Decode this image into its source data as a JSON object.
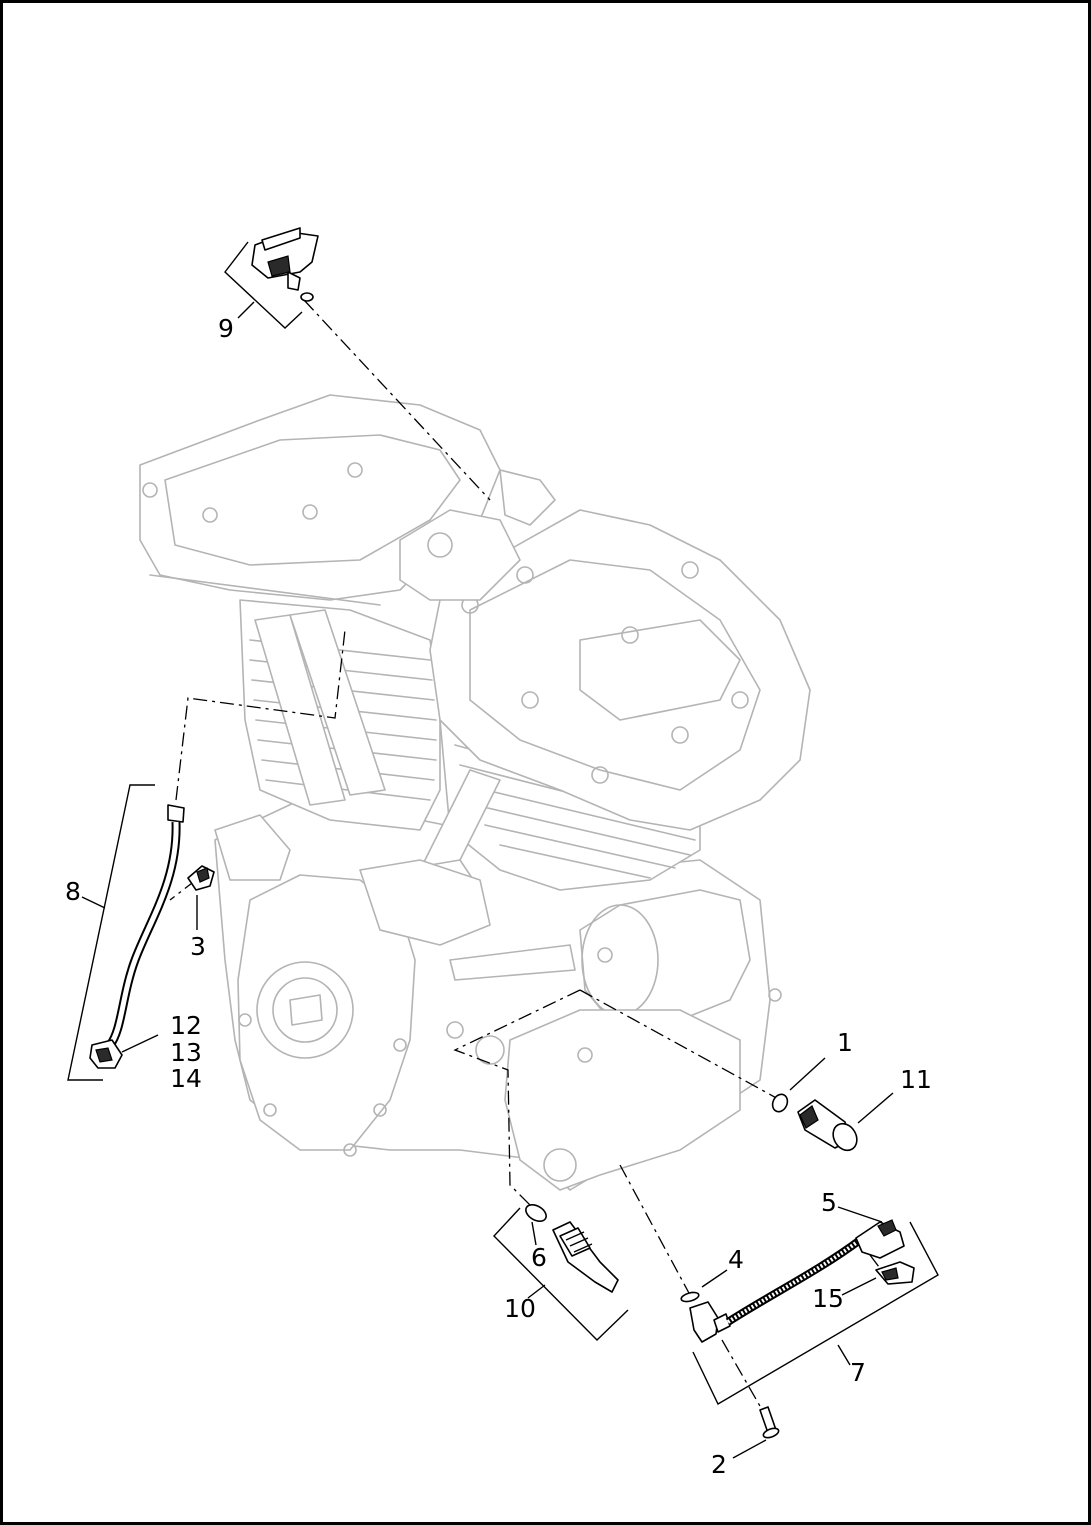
{
  "diagram": {
    "callouts": [
      {
        "id": "c1",
        "text": "1"
      },
      {
        "id": "c2",
        "text": "2"
      },
      {
        "id": "c3",
        "text": "3"
      },
      {
        "id": "c4",
        "text": "4"
      },
      {
        "id": "c5",
        "text": "5"
      },
      {
        "id": "c6",
        "text": "6"
      },
      {
        "id": "c7",
        "text": "7"
      },
      {
        "id": "c8",
        "text": "8"
      },
      {
        "id": "c9",
        "text": "9"
      },
      {
        "id": "c10",
        "text": "10"
      },
      {
        "id": "c11",
        "text": "11"
      },
      {
        "id": "c12",
        "text": "12"
      },
      {
        "id": "c13",
        "text": "13"
      },
      {
        "id": "c14",
        "text": "14"
      },
      {
        "id": "c15",
        "text": "15"
      }
    ],
    "colors": {
      "engine_outline": "#b4b4b4",
      "part_outline": "#000000",
      "background": "#ffffff"
    }
  }
}
